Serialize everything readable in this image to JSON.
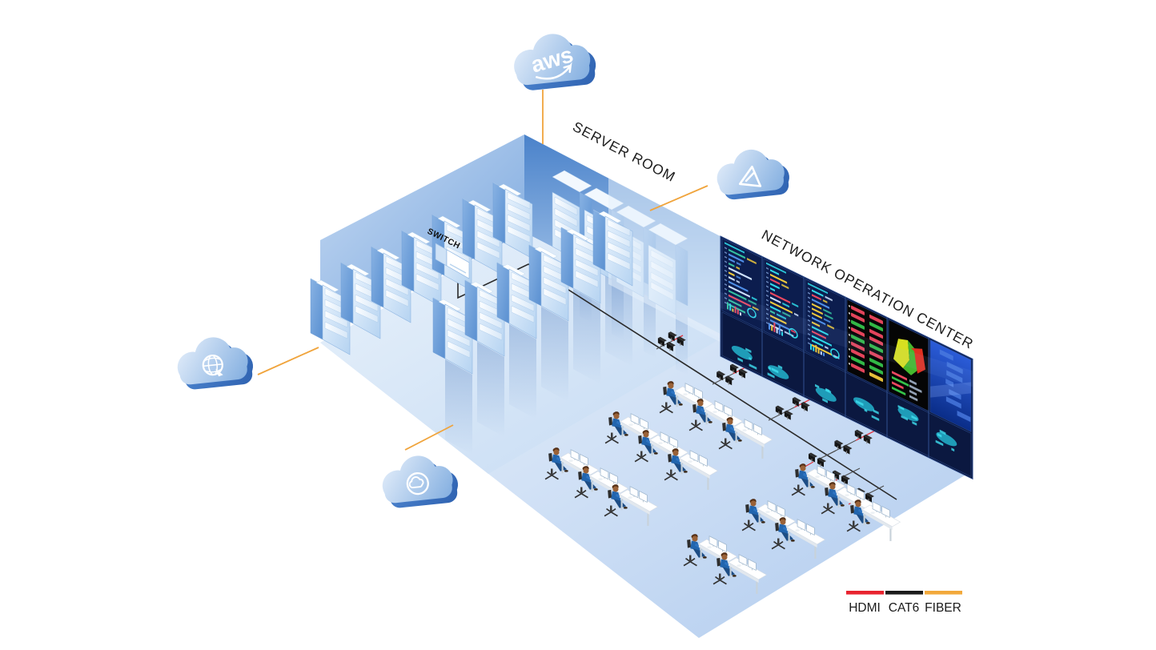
{
  "diagram": {
    "title": "Server Room and Network Operation Center isometric diagram",
    "labels": {
      "server_room": "SERVER ROOM",
      "noc": "NETWORK OPERATION CENTER",
      "switch": "SWITCH"
    },
    "legend": {
      "items": [
        {
          "label": "HDMI",
          "color": "#e8232e"
        },
        {
          "label": "CAT6",
          "color": "#1b1b1b"
        },
        {
          "label": "FIBER",
          "color": "#f2a93b"
        }
      ]
    },
    "clouds": [
      {
        "name": "aws-cloud",
        "icon": "aws-logo-icon",
        "text": "aws"
      },
      {
        "name": "partner-cloud",
        "icon": "triangle-logo-icon",
        "text": ""
      },
      {
        "name": "internet-cloud",
        "icon": "globe-icon",
        "text": ""
      },
      {
        "name": "service-cloud",
        "icon": "cloud-circle-icon",
        "text": ""
      }
    ],
    "rooms": {
      "server_room": {
        "rack_rows": [
          7,
          4,
          6
        ],
        "switch_count": 1
      },
      "noc": {
        "operator_desks": 16,
        "video_wall_panels": 6,
        "extender_pairs": 11
      }
    },
    "colors": {
      "fiber": "#f0a43c",
      "cat6": "#2a2a2a",
      "hdmi": "#e0313c",
      "wall_blue": "#4a82ca",
      "floor_light": "#eff5fd",
      "floor_deep": "#b3cdef",
      "screen_navy": "#0c1d4e",
      "screen_cyan": "#2fd8e8",
      "screen_red": "#ef4860",
      "screen_green": "#35c24a",
      "screen_yellow": "#f0c93c"
    }
  }
}
